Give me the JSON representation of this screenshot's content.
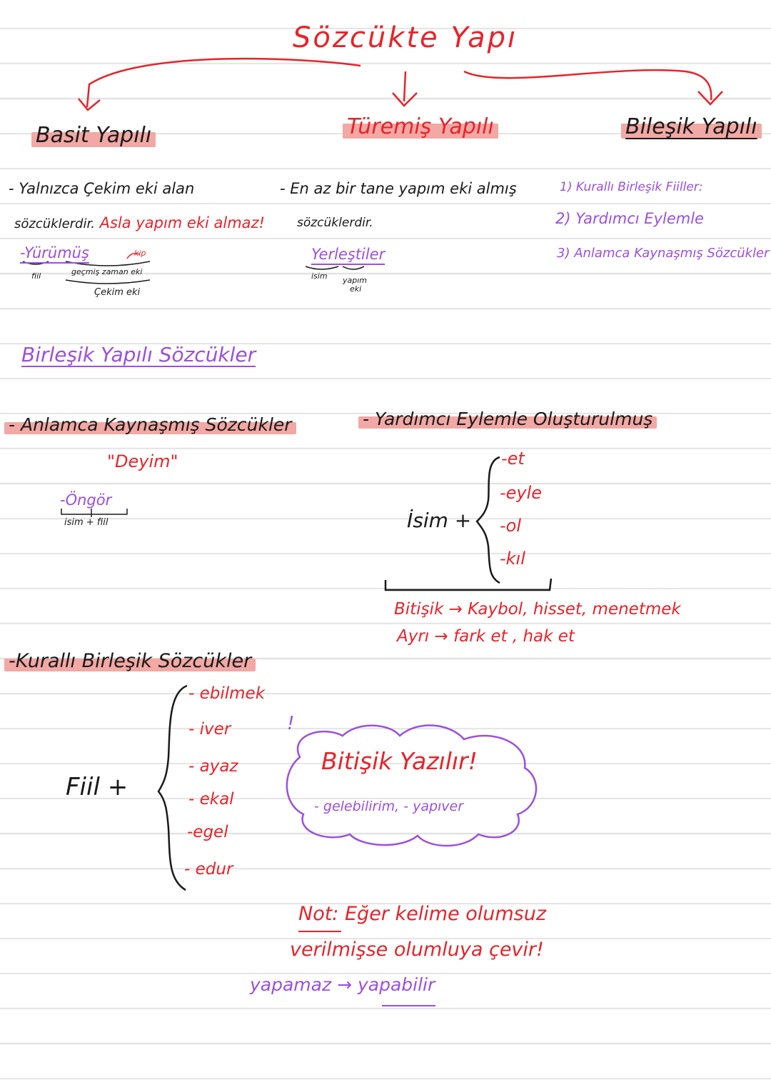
{
  "colors": {
    "red": "#e8232a",
    "purple": "#9b4fe0",
    "highlight": "#f2a8a4",
    "ink": "#1a1a1a"
  },
  "title": "Sözcükte Yapı",
  "basit": {
    "heading": "Basit Yapılı",
    "line1": "- Yalnızca Çekim eki alan",
    "line2a": "sözcüklerdir.",
    "line2b": "Asla yapım eki almaz!",
    "example": "-Yürümüş",
    "ex_fiil": "fiil",
    "ex_gecmis": "geçmiş zaman eki",
    "ex_kip": "kip",
    "ex_cekim": "Çekim eki"
  },
  "turemis": {
    "heading": "Türemiş Yapılı",
    "line1": "- En az bir tane yapım eki almış",
    "line2": "sözcüklerdir.",
    "example": "Yerleştiler",
    "ex_isim": "isim",
    "ex_yapim": "yapım",
    "ex_eki": "eki"
  },
  "bilesik": {
    "heading": "Bileşik Yapılı",
    "item1": "1) Kurallı Birleşik Fiiller:",
    "item2": "2) Yardımcı Eylemle",
    "item3": "3) Anlamca Kaynaşmış Sözcükler"
  },
  "section_title": "Birleşik Yapılı Sözcükler",
  "anlamca": {
    "heading": "- Anlamca Kaynaşmış Sözcükler",
    "quote": "\"Deyim\"",
    "example": "-Öngör",
    "ex_parts": "isim + fiil"
  },
  "yardimci": {
    "heading": "- Yardımcı Eylemle Oluşturulmuş",
    "base": "İsim +",
    "suffixes": [
      "-et",
      "-eyle",
      "-ol",
      "-kıl"
    ],
    "bitisik": "Bitişik → Kaybol, hisset, menetmek",
    "ayri": "Ayrı → fark et , hak et"
  },
  "kuralli": {
    "heading": "-Kurallı Birleşik Sözcükler",
    "base": "Fiil +",
    "suffixes": [
      "- ebilmek",
      "- iver",
      "- ayaz",
      "- ekal",
      "-egel",
      "- edur"
    ],
    "exclaim": "!",
    "cloud_title": "Bitişik Yazılır!",
    "cloud_example": "- gelebilirim, - yapıver"
  },
  "note": {
    "label": "Not:",
    "text1": "Eğer kelime olumsuz",
    "text2": "verilmişse olumluya çevir!",
    "ex_from": "yapamaz",
    "ex_arrow": "→",
    "ex_to": "yapabilir"
  }
}
